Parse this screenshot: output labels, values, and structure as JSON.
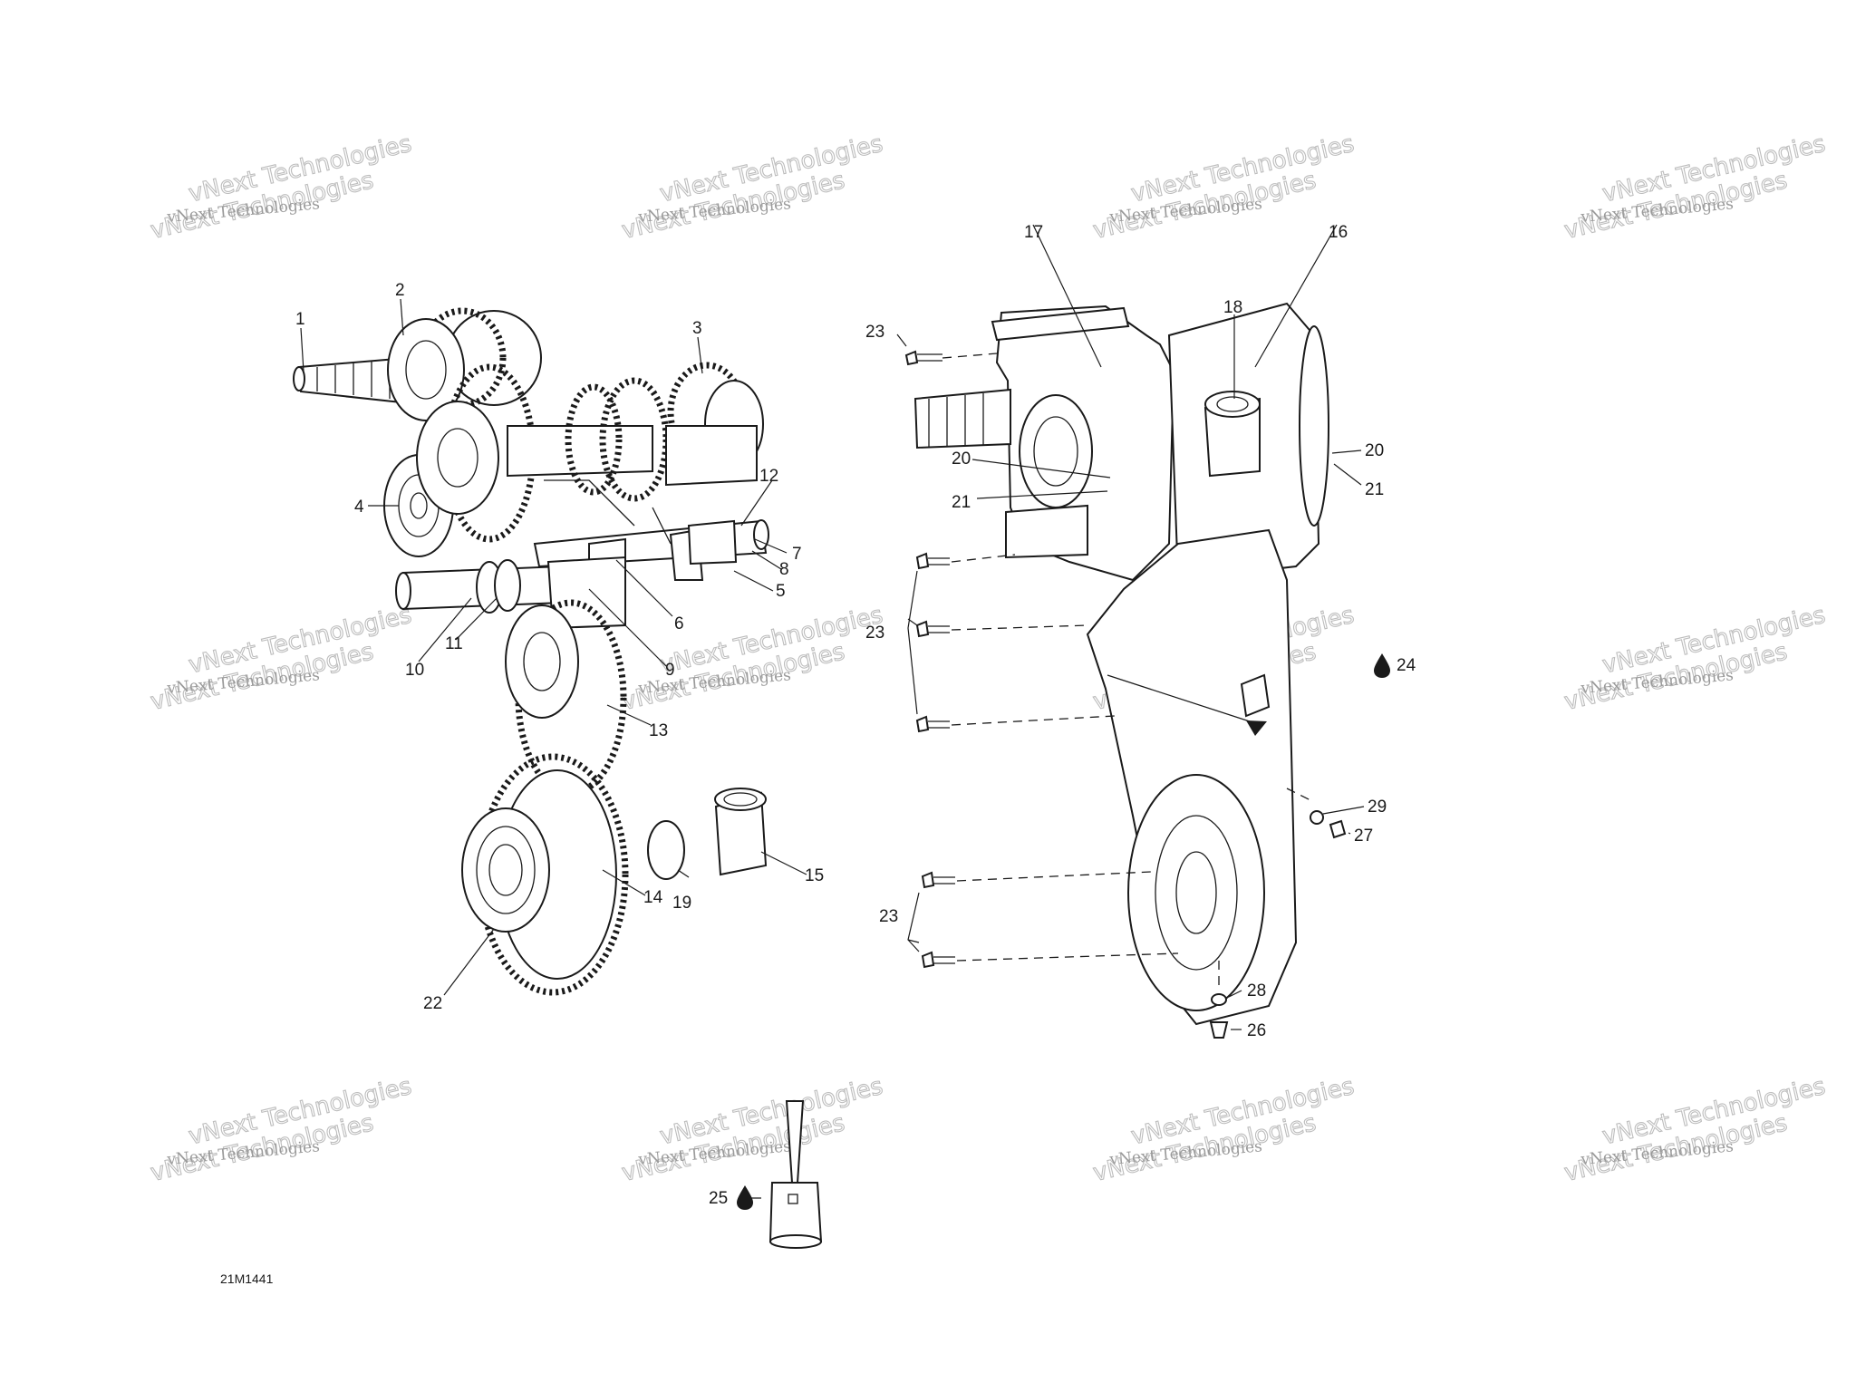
{
  "diagram": {
    "document_number": "21M1441",
    "watermark": {
      "line1": "vNext Technologies",
      "line2": "vNext Technologies"
    },
    "callouts": {
      "c1": "1",
      "c2": "2",
      "c3": "3",
      "c4": "4",
      "c5": "5",
      "c6": "6",
      "c7": "7",
      "c8": "8",
      "c9": "9",
      "c10": "10",
      "c11": "11",
      "c12": "12",
      "c13": "13",
      "c14": "14",
      "c15": "15",
      "c16": "16",
      "c17": "17",
      "c18": "18",
      "c19": "19",
      "c20a": "20",
      "c20b": "20",
      "c21a": "21",
      "c21b": "21",
      "c22": "22",
      "c23a": "23",
      "c23b": "23",
      "c23c": "23",
      "c24": "24",
      "c25": "25",
      "c26": "26",
      "c27": "27",
      "c28": "28",
      "c29": "29"
    },
    "icons": {
      "oil_drop": "oil-drop-icon"
    }
  }
}
